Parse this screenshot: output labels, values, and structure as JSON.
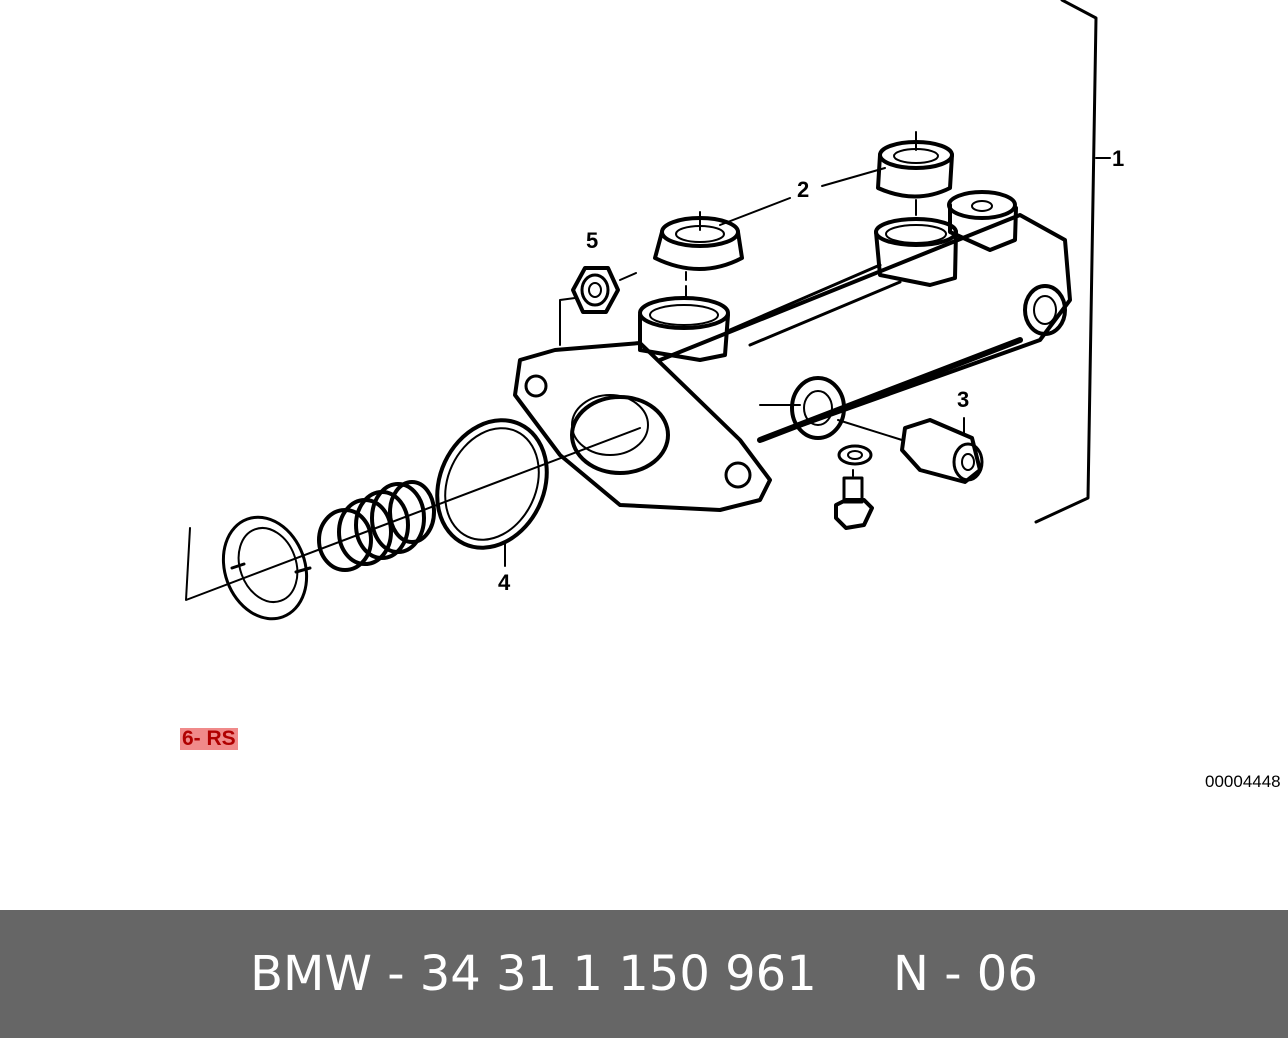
{
  "callouts": {
    "c1": "1",
    "c2": "2",
    "c3": "3",
    "c4": "4",
    "c5": "5"
  },
  "variant_tag": "6- RS",
  "reference_code": "00004448",
  "footer": {
    "part_number": "BMW - 34 31 1 150 961",
    "position": "N - 06"
  }
}
